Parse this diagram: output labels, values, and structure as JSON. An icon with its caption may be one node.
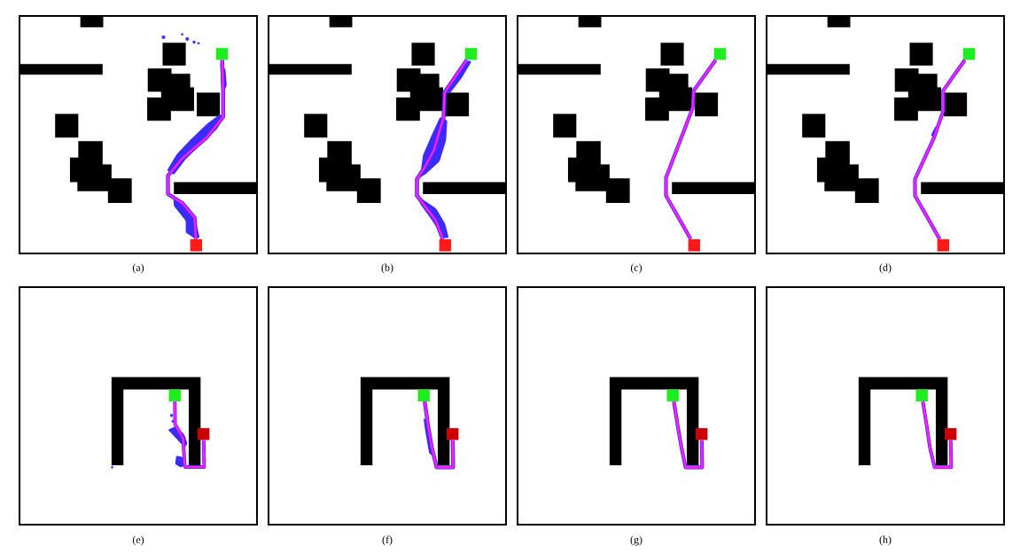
{
  "diagram": {
    "nodes": [
      {
        "text": [],
        "shape": "box"
      },
      {
        "text": [],
        "shape": "box"
      },
      {
        "text": [],
        "shape": "box"
      },
      {
        "text": [],
        "shape": "box"
      },
      {
        "text": [],
        "shape": "box"
      },
      {
        "text": [],
        "shape": "box"
      },
      {
        "text": [],
        "shape": "box"
      },
      {
        "text": [],
        "shape": "box"
      },
      {
        "text": [],
        "shape": "box"
      },
      {
        "text": [],
        "shape": "box"
      },
      {
        "text": [],
        "shape": "box"
      },
      {
        "text": [],
        "shape": "box"
      },
      {
        "text": [],
        "shape": "box"
      },
      {
        "text": [],
        "shape": "box"
      },
      {
        "text": [],
        "shape": "box"
      },
      {
        "text": [],
        "shape": "box"
      }
    ],
    "edges": [
      {
        "from": 1,
        "to": 0,
        "arrow": "none"
      },
      {
        "from": 3,
        "to": 2,
        "arrow": "none"
      },
      {
        "from": 5,
        "to": 4,
        "arrow": "none"
      },
      {
        "from": 7,
        "to": 6,
        "arrow": "none"
      },
      {
        "from": 9,
        "to": 8,
        "arrow": "none"
      },
      {
        "from": 11,
        "to": 10,
        "arrow": "none"
      },
      {
        "from": 13,
        "to": 12,
        "arrow": "none"
      },
      {
        "from": 15,
        "to": 14,
        "arrow": "none"
      }
    ],
    "labels": [
      "(a)",
      "(b)",
      "(c)",
      "(d)",
      "(e)",
      "(f)",
      "(g)",
      "(h)"
    ]
  }
}
